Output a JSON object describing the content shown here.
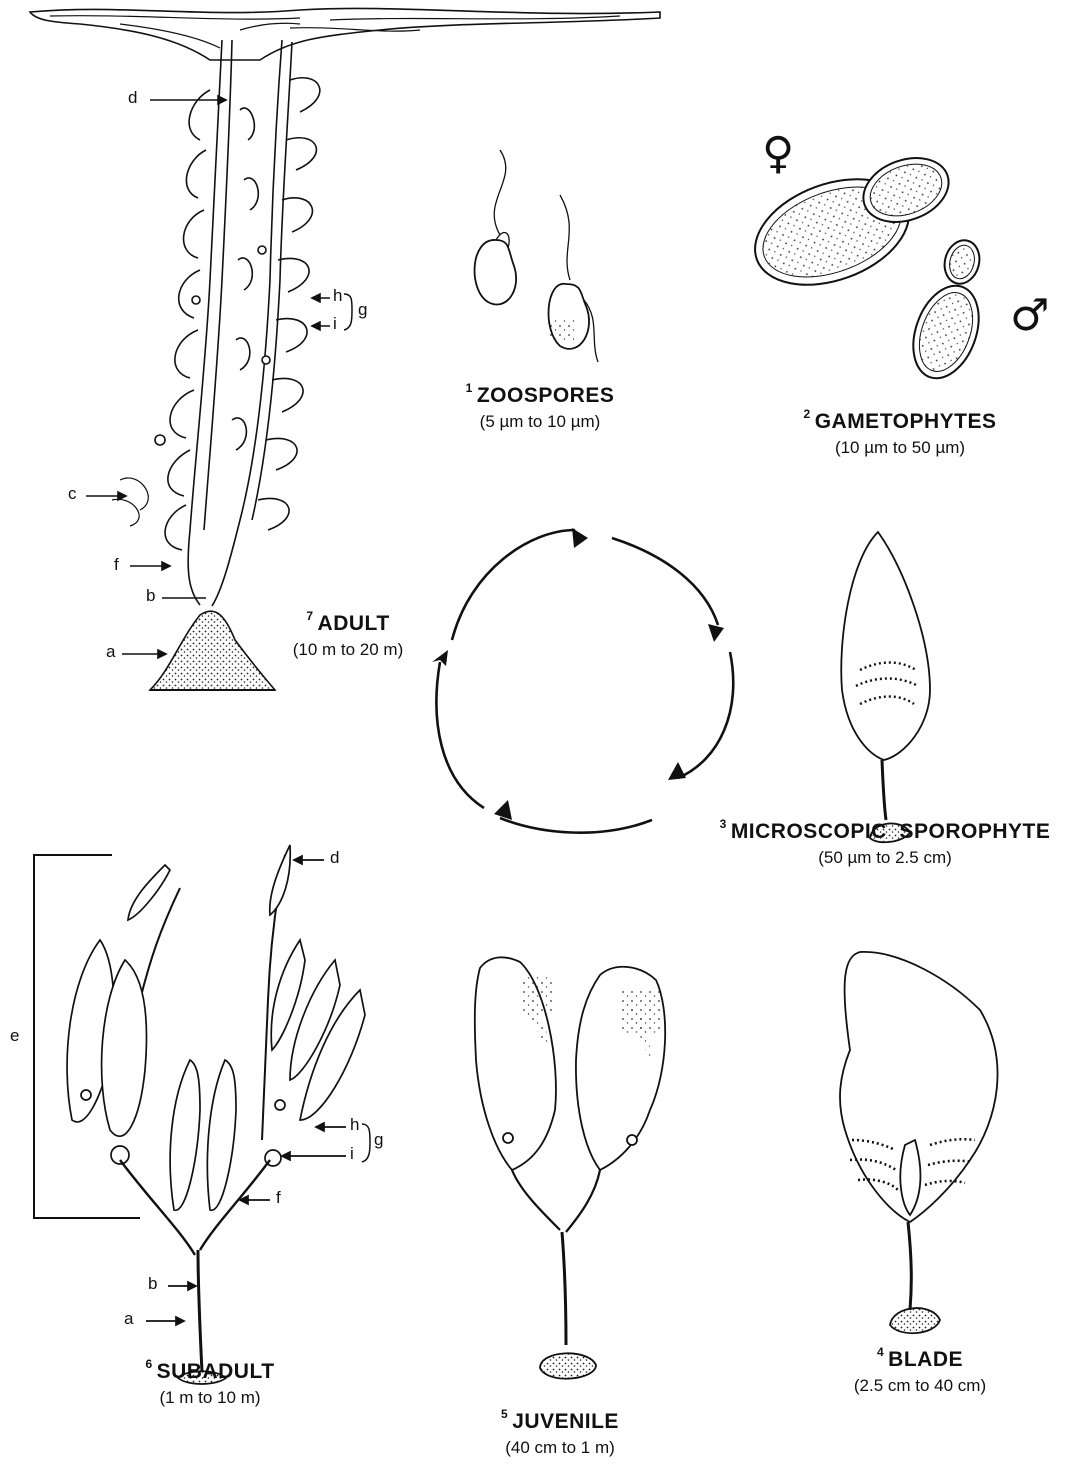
{
  "stages": [
    {
      "num": "1",
      "name": "ZOOSPORES",
      "size": "(5 µm to 10 µm)"
    },
    {
      "num": "2",
      "name": "GAMETOPHYTES",
      "size": "(10 µm to 50 µm)"
    },
    {
      "num": "3",
      "name": "MICROSCOPIC  SPOROPHYTE",
      "size": "(50 µm to 2.5 cm)"
    },
    {
      "num": "4",
      "name": "BLADE",
      "size": "(2.5 cm to 40 cm)"
    },
    {
      "num": "5",
      "name": "JUVENILE",
      "size": "(40 cm to 1 m)"
    },
    {
      "num": "6",
      "name": "SUBADULT",
      "size": "(1 m to 10 m)"
    },
    {
      "num": "7",
      "name": "ADULT",
      "size": "(10 m to 20 m)"
    }
  ],
  "adult_parts": {
    "a": "a",
    "b": "b",
    "c": "c",
    "d": "d",
    "f": "f",
    "h": "h",
    "i": "i",
    "g": "g"
  },
  "subadult_parts": {
    "a": "a",
    "b": "b",
    "d": "d",
    "e": "e",
    "f": "f",
    "h": "h",
    "i": "i",
    "g": "g"
  },
  "symbols": {
    "female": "♀",
    "male": "♂"
  }
}
